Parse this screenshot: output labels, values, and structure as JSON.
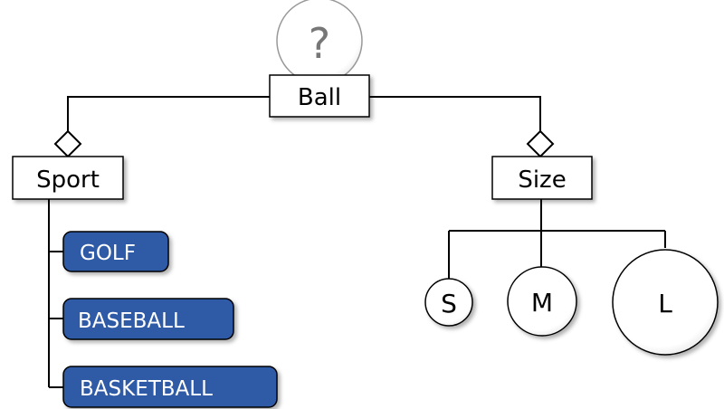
{
  "root": {
    "label": "Ball",
    "badge": "?"
  },
  "branches": {
    "sport": {
      "label": "Sport",
      "items": [
        "GOLF",
        "BASEBALL",
        "BASKETBALL"
      ]
    },
    "size": {
      "label": "Size",
      "items": [
        "S",
        "M",
        "L"
      ]
    }
  },
  "colors": {
    "pill_fill": "#2d5aa6",
    "line": "#000000",
    "badge_text": "#777777",
    "badge_stroke": "#999999"
  }
}
